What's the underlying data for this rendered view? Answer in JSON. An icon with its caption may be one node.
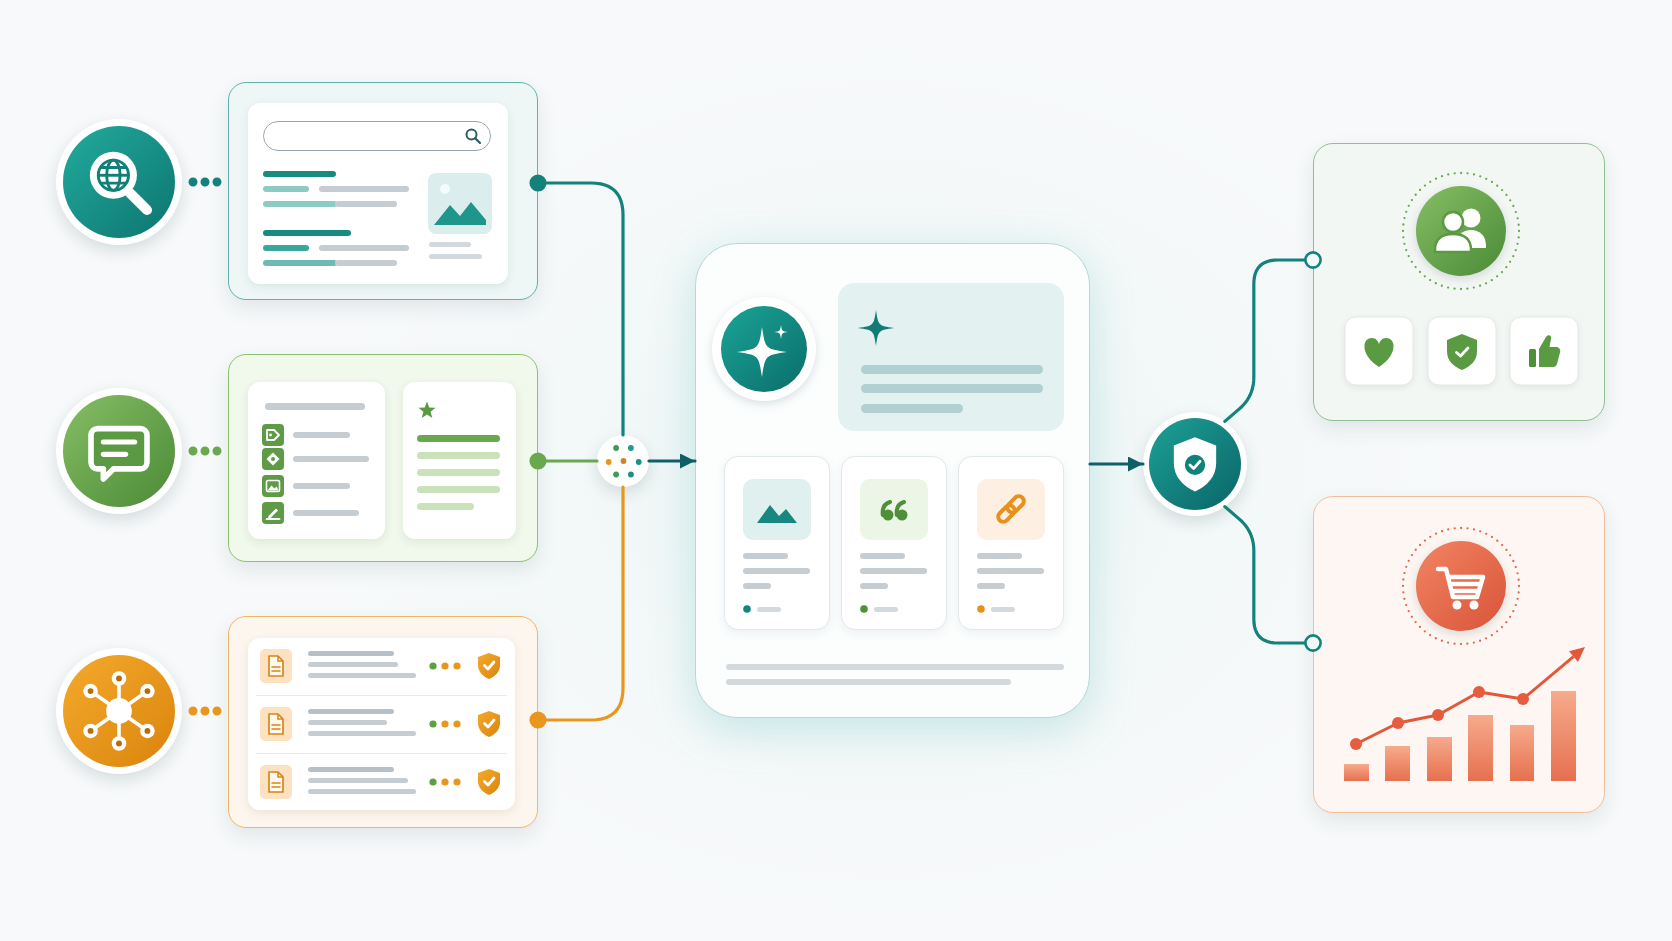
{
  "diagram": {
    "nodes": [
      {
        "text": [],
        "shape": "circle"
      },
      {
        "text": [],
        "shape": "box"
      },
      {
        "text": [],
        "shape": "circle"
      },
      {
        "text": [],
        "shape": "box"
      },
      {
        "text": [],
        "shape": "circle"
      },
      {
        "text": [],
        "shape": "box"
      },
      {
        "text": [],
        "shape": "circle"
      },
      {
        "text": [],
        "shape": "box"
      },
      {
        "text": [],
        "shape": "circle"
      },
      {
        "text": [],
        "shape": "box"
      },
      {
        "text": [],
        "shape": "box"
      }
    ],
    "edges": [
      {
        "from": 0,
        "to": 1,
        "arrow": "none",
        "style": "dashed"
      },
      {
        "from": 2,
        "to": 3,
        "arrow": "none",
        "style": "dashed",
        "color": "#6aa84f"
      },
      {
        "from": 4,
        "to": 5,
        "arrow": "none",
        "style": "dashed",
        "color": "#e8961e"
      },
      {
        "from": 1,
        "to": 6,
        "arrow": "other"
      },
      {
        "from": 3,
        "to": 6,
        "arrow": "other",
        "color": "#6aa84f"
      },
      {
        "from": 5,
        "to": 6,
        "arrow": "other",
        "color": "#e8961e"
      },
      {
        "from": 6,
        "to": 7,
        "arrow": "to",
        "color": "#0f5f66"
      },
      {
        "from": 7,
        "to": 8,
        "arrow": "to",
        "color": "#0f5f66"
      },
      {
        "from": 8,
        "to": 9,
        "arrow": "other"
      },
      {
        "from": 8,
        "to": 10,
        "arrow": "other"
      }
    ]
  }
}
